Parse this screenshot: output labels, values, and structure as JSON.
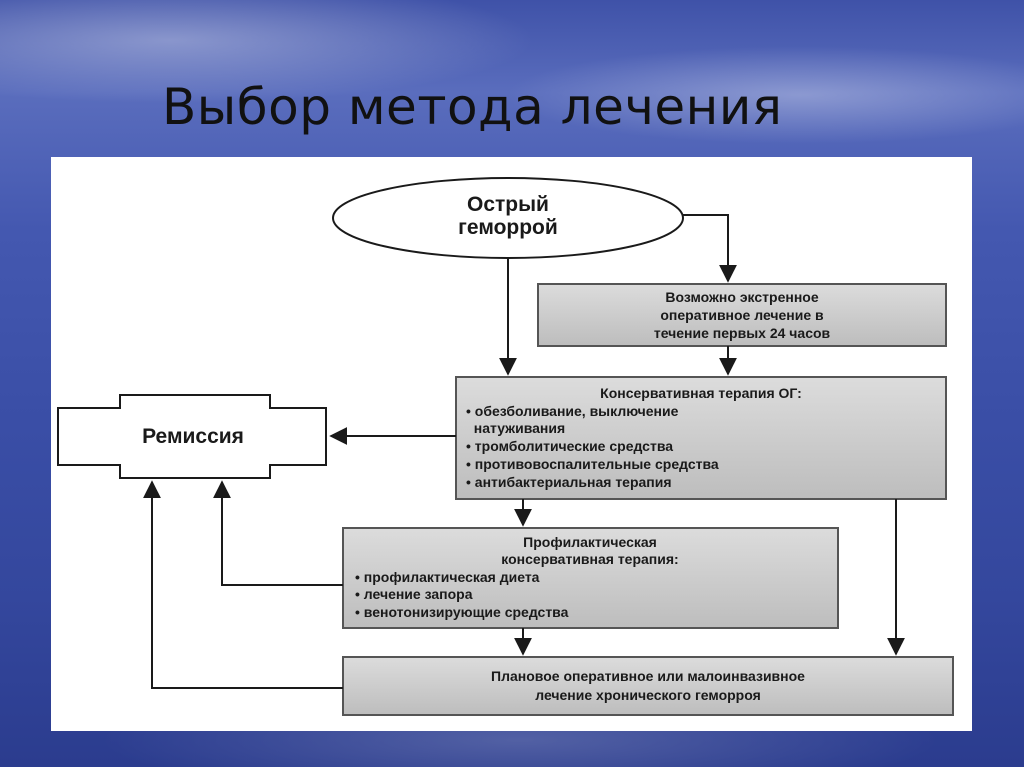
{
  "slide": {
    "title": "Выбор метода лечения"
  },
  "diagram": {
    "acute": {
      "line1": "Острый",
      "line2": "геморрой"
    },
    "emergency": {
      "lines": [
        "Возможно экстренное",
        "оперативное лечение в",
        "течение первых 24 часов"
      ]
    },
    "conservative": {
      "heading": "Консервативная терапия ОГ:",
      "lines": [
        "• обезболивание, выключение",
        "  натуживания",
        "• тромболитические средства",
        "• противовоспалительные средства",
        "• антибактериальная терапия"
      ]
    },
    "remission": {
      "label": "Ремиссия"
    },
    "prophylactic": {
      "lines": [
        "Профилактическая",
        "консервативная терапия:",
        "• профилактическая диета",
        "• лечение запора",
        "• венотонизирующие средства"
      ]
    },
    "planned": {
      "lines": [
        "Плановое оперативное или малоинвазивное",
        "лечение хронического геморроя"
      ]
    },
    "colors": {
      "box_fill": "#c8c8c8",
      "box_border": "#555555",
      "line": "#1a1a1a"
    }
  }
}
